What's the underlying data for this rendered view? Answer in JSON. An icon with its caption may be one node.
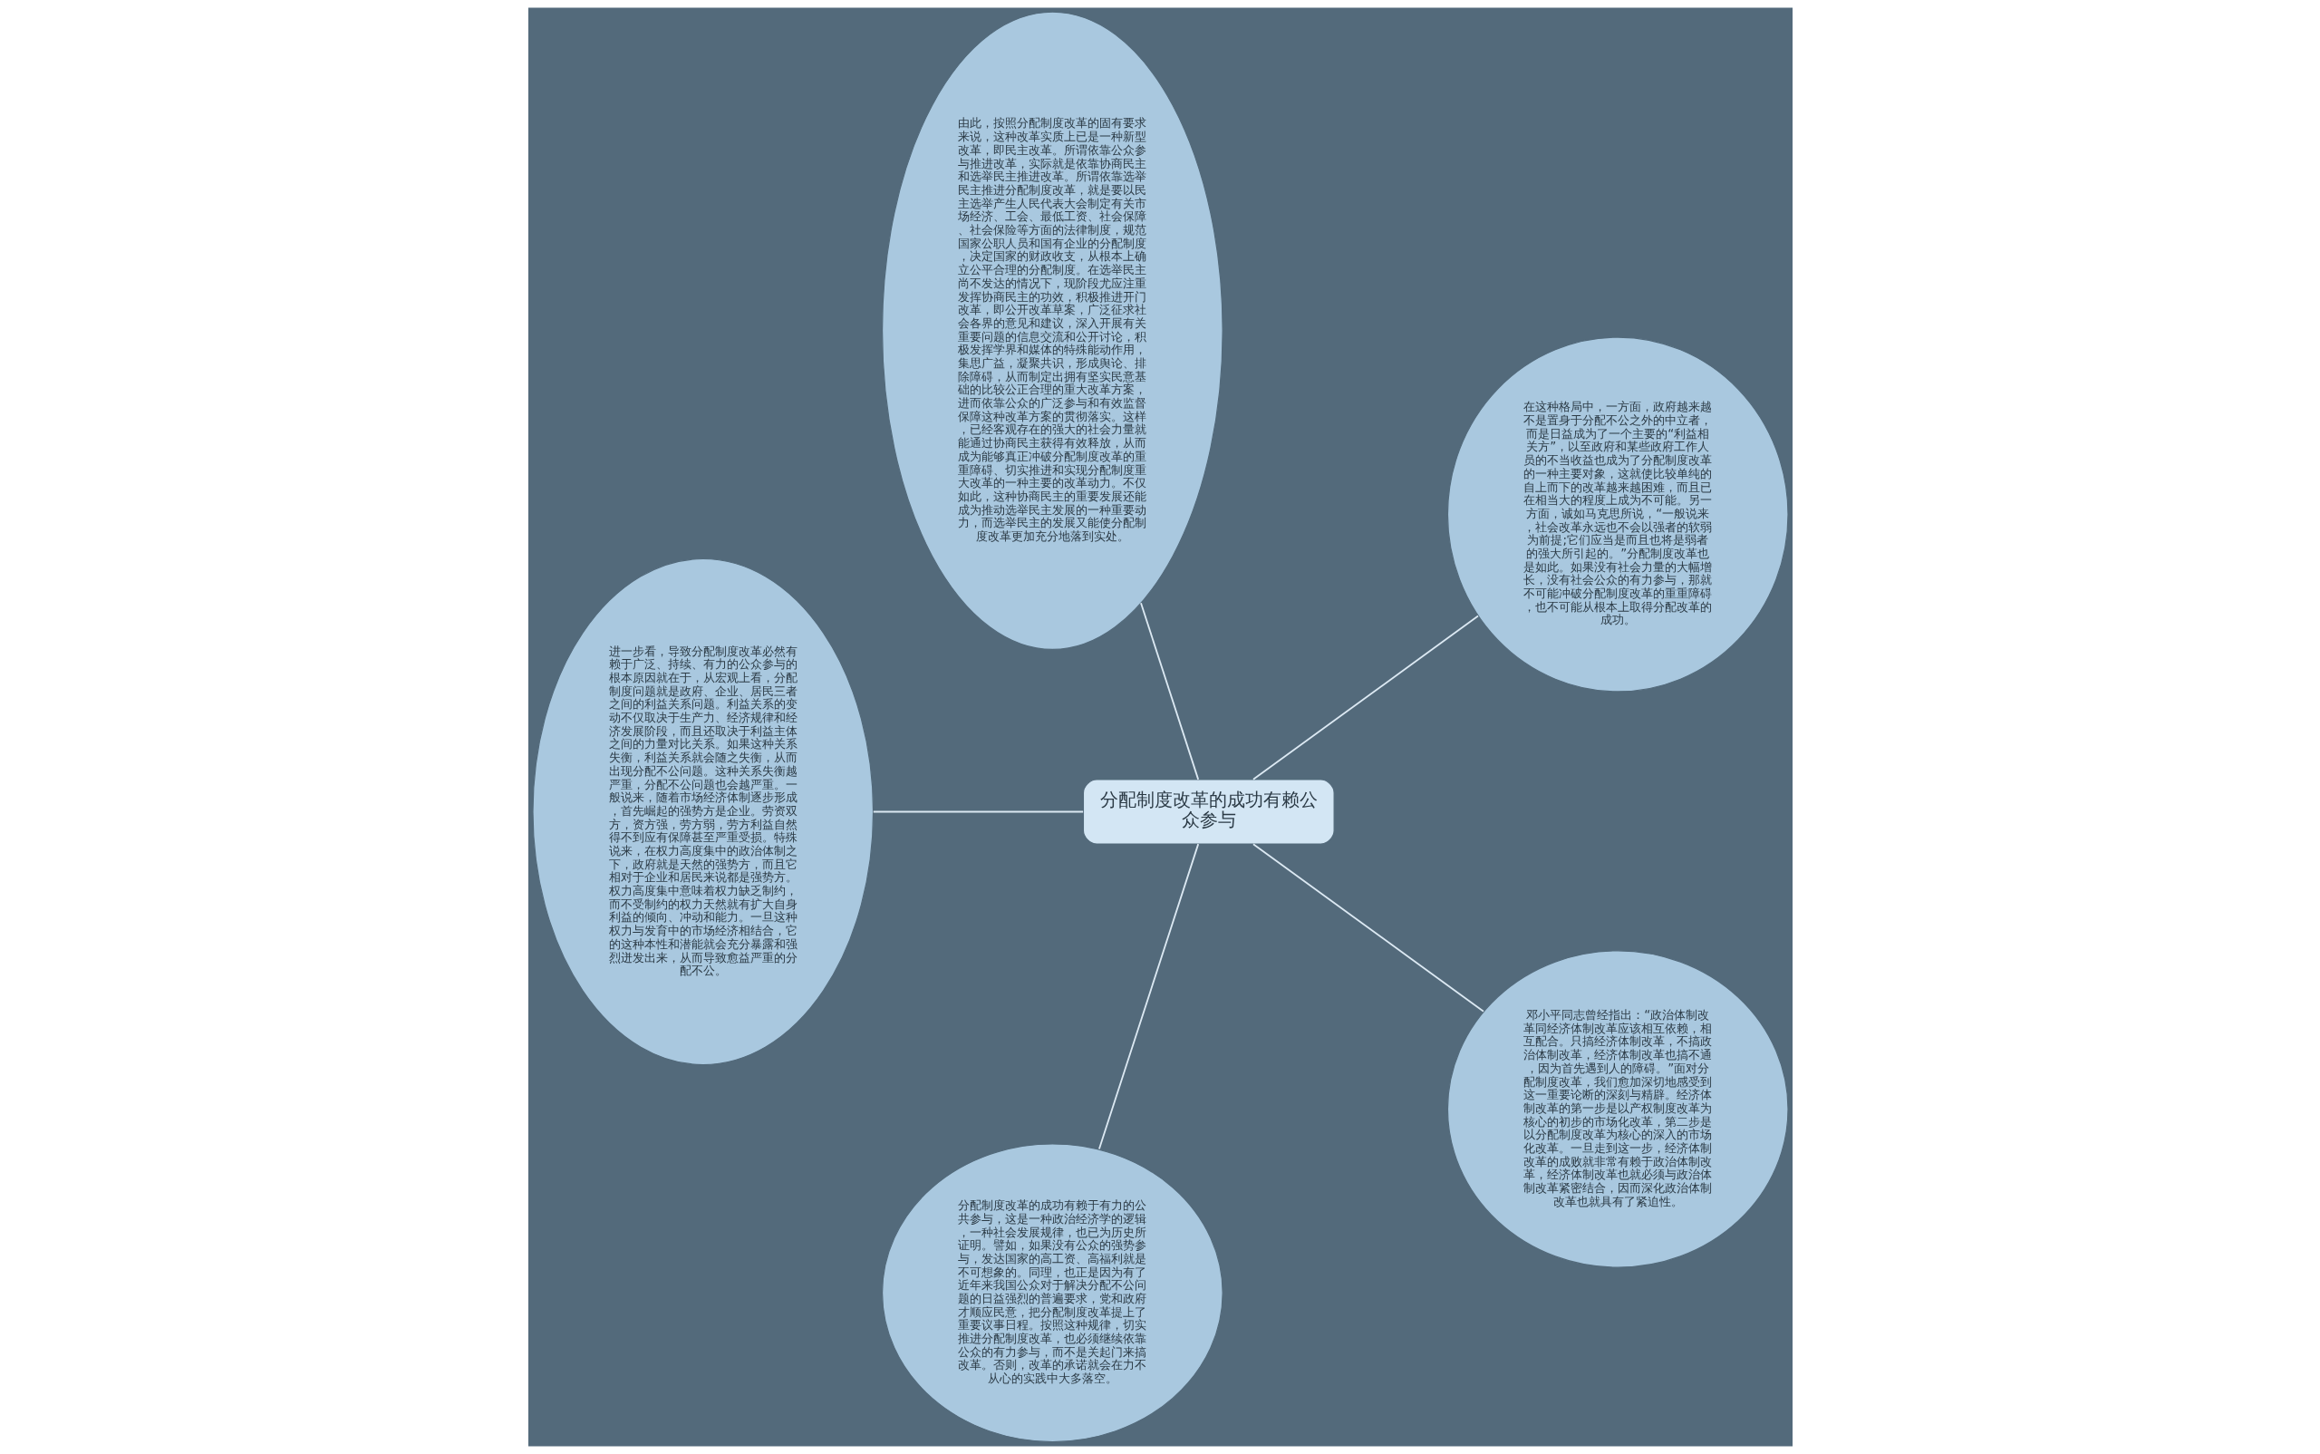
{
  "diagram": {
    "nodes": [
      {
        "text": [
          "分配制度改革的成功有赖公众参与"
        ]
      },
      {
        "text": [
          "在这种格局中，一方面，政府越来越不是置身于分配不公之外的中立者，而是日益成为了一个主要的“利益相关方”，以至政府和某些政府工作人员的不当收益也成为了分配制度改革的一种主要对象，这就使比较单纯的自上而下的改革越来越困难，而且已在相当大的程度上成为不可能。另一方面，诚如马克思所说，“一般说来，社会改革永远也不会以强者的软弱为前提;它们应当是而且也将是弱者的强大所引起的。”分配制度改革也是如此。如果没有社会力量的大幅增长，没有社会公众的有力参与，那就不可能冲破分配制度改革的重重障碍，也不可能从根本上取得分配改革的成功。"
        ]
      },
      {
        "text": [
          "由此，按照分配制度改革的固有要求来说，这种改革实质上已是一种新型改革，即民主改革。所谓依靠公众参与推进改革，实际就是依靠协商民主和选举民主推进改革。所谓依靠选举民主推进分配制度改革，就是要以民主选举产生人民代表大会制定有关市场经济、工会、最低工资、社会保障、社会保险等方面的法律制度，规范国家公职人员和国有企业的分配制度，决定国家的财政收支，从根本上确立公平合理的分配制度。在选举民主尚不发达的情况下，现阶段尤应注重发挥协商民主的功效，积极推进开门改革，即公开改革草案，广泛征求社会各界的意见和建议，深入开展有关重要问题的信息交流和公开讨论，积极发挥学界和媒体的特殊能动作用，集思广益，凝聚共识，形成舆论、排除障碍，从而制定出拥有坚实民意基础的比较公正合理的重大改革方案，进而依靠公众的广泛参与和有效监督保障这种改革方案的贯彻落实。这样，已经客观存在的强大的社会力量就能通过协商民主获得有效释放，从而成为能够真正冲破分配制度改革的重重障碍、切实推进和实现分配制度重大改革的一种主要的改革动力。不仅如此，这种协商民主的重要发展还能成为推动选举民主发展的一种重要动力，而选举民主的发展又能使分配制度改革更加充分地落到实处。"
        ]
      },
      {
        "text": [
          "进一步看，导致分配制度改革必然有赖于广泛、持续、有力的公众参与的根本原因就在于，从宏观上看，分配制度问题就是政府、企业、居民三者之间的利益关系问题。利益关系的变动不仅取决于生产力、经济规律和经济发展阶段，而且还取决于利益主体之间的力量对比关系。如果这种关系失衡，利益关系就会随之失衡，从而出现分配不公问题。这种关系失衡越严重，分配不公问题也会越严重。一般说来，随着市场经济体制逐步形成，首先崛起的强势方是企业。劳资双方，资方强，劳方弱，劳方利益自然得不到应有保障甚至严重受损。特殊说来，在权力高度集中的政治体制之下，政府就是天然的强势方，而且它相对于企业和居民来说都是强势方。权力高度集中意味着权力缺乏制约，而不受制约的权力天然就有扩大自身利益的倾向、冲动和能力。一旦这种权力与发育中的市场经济相结合，它的这种本性和潜能就会充分暴露和强烈迸发出来，从而导致愈益严重的分配不公。"
        ]
      },
      {
        "text": [
          "分配制度改革的成功有赖于有力的公共参与，这是一种政治经济学的逻辑，一种社会发展规律，也已为历史所证明。譬如，如果没有公众的强势参与，发达国家的高工资、高福利就是不可想象的。同理，也正是因为有了近年来我国公众对于解决分配不公问题的日益强烈的普遍要求，党和政府才顺应民意，把分配制度改革提上了重要议事日程。按照这种规律，切实推进分配制度改革，也必须继续依靠公众的有力参与，而不是关起门来搞改革。否则，改革的承诺就会在力不从心的实践中大多落空。"
        ]
      },
      {
        "text": [
          "邓小平同志曾经指出：“政治体制改革同经济体制改革应该相互依赖，相互配合。只搞经济体制改革，不搞政治体制改革，经济体制改革也搞不通，因为首先遇到人的障碍。”面对分配制度改革，我们愈加深切地感受到这一重要论断的深刻与精辟。经济体制改革的第一步是以产权制度改革为核心的初步的市场化改革，第二步是以分配制度改革为核心的深入的市场化改革。一旦走到这一步，经济体制改革的成败就非常有赖于政治体制改革，经济体制改革也就必须与政治体制改革紧密结合，因而深化政治体制改革也就具有了紧迫性。"
        ]
      }
    ],
    "edges": [
      {
        "from": 0,
        "to": 1,
        "arrow": "none"
      },
      {
        "from": 0,
        "to": 2,
        "arrow": "none"
      },
      {
        "from": 0,
        "to": 3,
        "arrow": "none"
      },
      {
        "from": 0,
        "to": 4,
        "arrow": "none"
      },
      {
        "from": 0,
        "to": 5,
        "arrow": "none"
      }
    ]
  }
}
